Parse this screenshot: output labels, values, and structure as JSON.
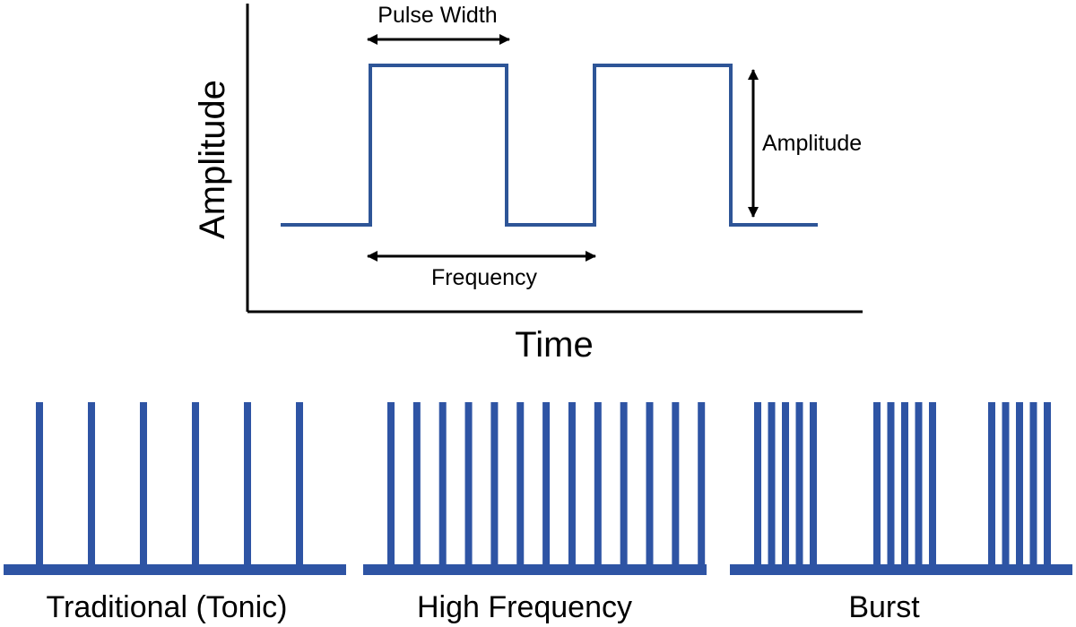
{
  "colors": {
    "waveform": "#2E5597",
    "pulse": "#2E54A4",
    "axis": "#000000",
    "text": "#000000"
  },
  "top_diagram": {
    "y_axis_label": "Amplitude",
    "x_axis_label": "Time",
    "annotations": {
      "pulse_width": "Pulse Width",
      "frequency": "Frequency",
      "amplitude": "Amplitude"
    }
  },
  "panels": [
    {
      "label": "Traditional (Tonic)",
      "pattern": "tonic",
      "pulse_count": 6
    },
    {
      "label": "High Frequency",
      "pattern": "high-frequency",
      "pulse_count": 13
    },
    {
      "label": "Burst",
      "pattern": "burst",
      "bursts": 3,
      "pulses_per_burst": 5
    }
  ]
}
